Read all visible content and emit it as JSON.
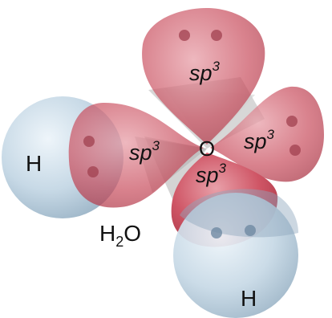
{
  "diagram": {
    "orbital_label": {
      "base": "sp",
      "superscript": "3"
    },
    "central_atom": "O",
    "hydrogen_label": "H",
    "molecule_label": {
      "prefix": "H",
      "subscript": "2",
      "suffix": "O"
    },
    "colors": {
      "lobe": "#cc4a5a",
      "lobe_light": "#e28a96",
      "hydrogen": "#c7d9e6",
      "tetrahedron": "#b9b9b9",
      "electron_dot": "#9e3a4a"
    }
  }
}
